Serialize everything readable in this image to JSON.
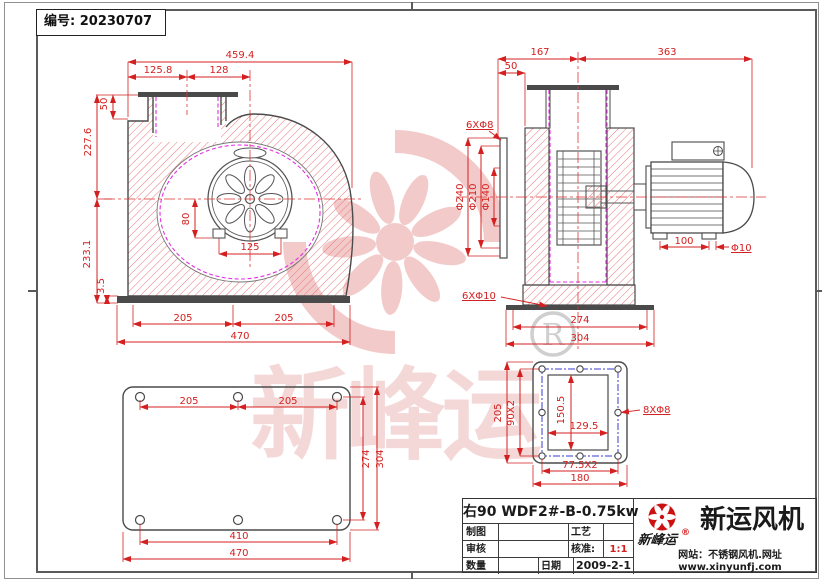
{
  "colors": {
    "line": "#4a4a4a",
    "dim_red": "#d42020",
    "magenta": "#e32ee3",
    "blue": "#3a3ad0",
    "hatch_red": "#e87777",
    "watermark_pink": "#f3caca",
    "logo_red": "#cc1111"
  },
  "sheet": {
    "serial": "编号: 20230707"
  },
  "views": {
    "front": {
      "total_width": "459.4",
      "flange_left": "125.8",
      "flange_right": "128",
      "outlet_depth": "50",
      "height_upper": "227.6",
      "height_lower": "233.1",
      "base_thickness": "3.5",
      "foot_height": "80",
      "foot_span": "125",
      "base_left": "205",
      "base_right": "205",
      "base_width": "470"
    },
    "side": {
      "housing_depth": "167",
      "flange_gap": "50",
      "motor_depth": "363",
      "inlet_holes": "6XΦ8",
      "flange_dia": "Φ240",
      "bolt_circle": "Φ210",
      "inlet_dia": "Φ140",
      "base_holes": "6XΦ10",
      "base_hole_span": "274",
      "base_depth": "304",
      "motor_foot_span": "100",
      "motor_foot_hole": "Φ10"
    },
    "plate": {
      "hole_left": "205",
      "hole_right": "205",
      "hole_depth": "274",
      "plate_depth": "304",
      "hole_span": "410",
      "plate_width": "470"
    },
    "flange": {
      "plate_height": "205",
      "hole_rows": "90X2",
      "opening_height": "150.5",
      "opening_width": "129.5",
      "holes": "8XΦ8",
      "hole_cols": "77.5X2",
      "plate_width": "180"
    }
  },
  "watermark": {
    "script": "新峰运",
    "registered": "R"
  },
  "title_block": {
    "model": "右90 WDF2#-B-0.75kw",
    "drawn_label": "制图",
    "process_label": "工艺",
    "checked_label": "审核",
    "approved_label": "核准:",
    "scale": "1:1",
    "quantity_label": "数量",
    "date_label": "日期",
    "date": "2009-2-1",
    "company": "新运风机",
    "brand_script": "新峰运",
    "registered": "®",
    "website_line": "网站：不锈钢风机.网址",
    "url": "www.xinyunfj.com"
  }
}
